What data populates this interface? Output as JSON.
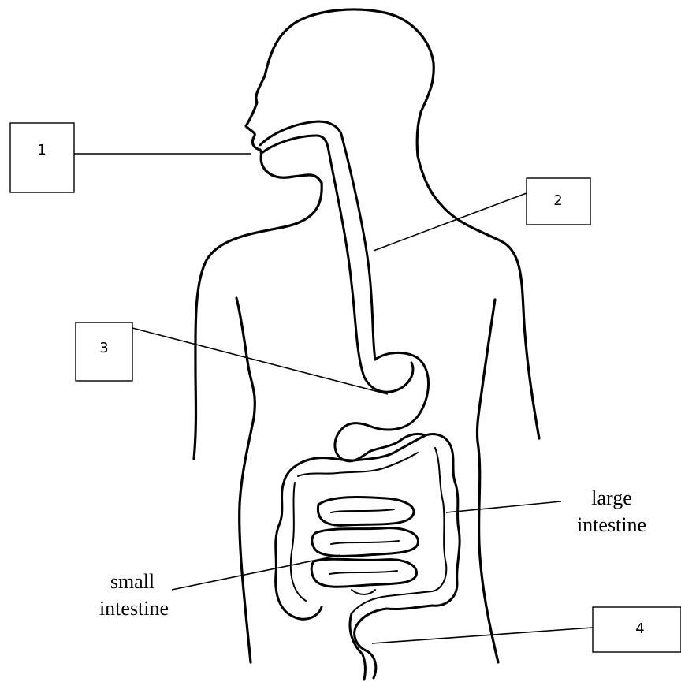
{
  "labels": {
    "box1": "1",
    "box2": "2",
    "box3": "3",
    "box4": "4",
    "large_intestine_line1": "large",
    "large_intestine_line2": "intestine",
    "small_intestine_line1": "small",
    "small_intestine_line2": "intestine"
  }
}
